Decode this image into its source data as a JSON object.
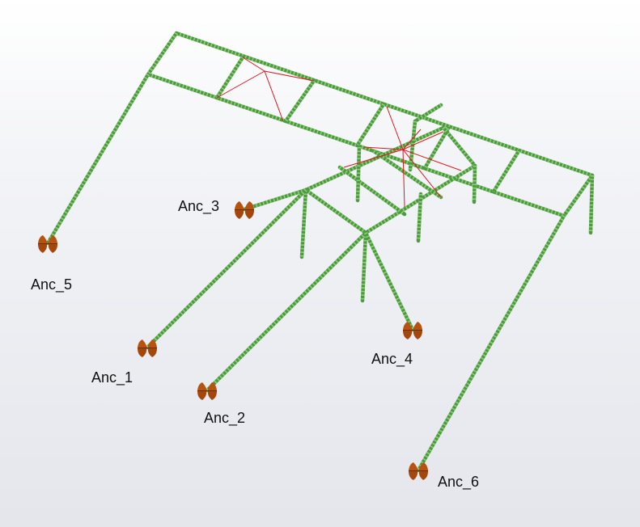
{
  "anchors": [
    {
      "id": "anc-1",
      "label": "Anc_1"
    },
    {
      "id": "anc-2",
      "label": "Anc_2"
    },
    {
      "id": "anc-3",
      "label": "Anc_3"
    },
    {
      "id": "anc-4",
      "label": "Anc_4"
    },
    {
      "id": "anc-5",
      "label": "Anc_5"
    },
    {
      "id": "anc-6",
      "label": "Anc_6"
    }
  ],
  "colors": {
    "beam": "#4e9a40",
    "beam_hatch": "#8fd07a",
    "rigid_link": "#e0161b",
    "anchor_fill": "#b8520f",
    "anchor_dark": "#6e2d06",
    "label_text": "#111111",
    "background_top": "#ffffff",
    "background_bottom": "#e4e6ec"
  },
  "icons": {
    "anchor": "anchor-support-icon"
  }
}
